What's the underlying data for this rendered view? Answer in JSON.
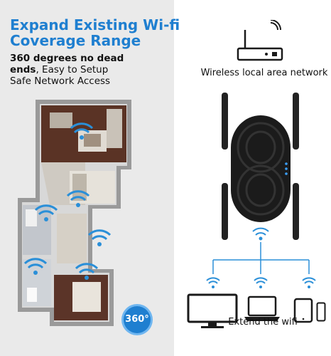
{
  "headline": {
    "line1": "Expand Existing Wi-fi",
    "line2": "Coverage Range"
  },
  "subhead": {
    "bold_part": "360 degrees no dead",
    "bold_part2": "ends",
    "rest1": ", Easy to Setup",
    "rest2": "Safe Network Access"
  },
  "badge": {
    "text": "360°"
  },
  "diagram": {
    "wlan_label": "Wireless local area network",
    "extend_label": "Extend the wifi"
  },
  "icons": {
    "router": "router-icon",
    "extender": "wifi-extender-icon",
    "monitor": "monitor-icon",
    "laptop": "laptop-icon",
    "tablet": "tablet-icon",
    "phone": "phone-icon",
    "wifi": "wifi-icon"
  },
  "colors": {
    "brand_blue": "#1f7fd0",
    "line_blue": "#2a8fd8",
    "device_dark": "#1a1a1a"
  }
}
